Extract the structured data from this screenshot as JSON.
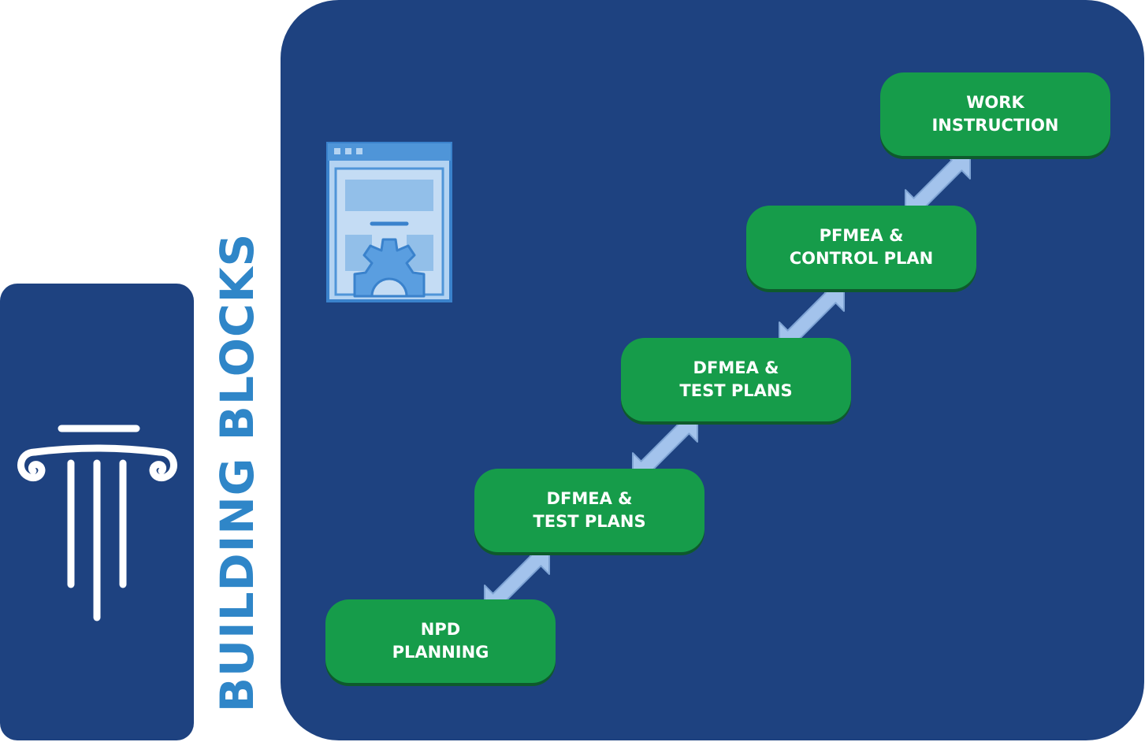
{
  "title": "BUILDING BLOCKS",
  "icons": {
    "pillar": "pillar-icon",
    "document": "document-gear-icon"
  },
  "colors": {
    "panel": "#1e4280",
    "step": "#169c4a",
    "arrow": "#a3c3ec",
    "title": "#2f86c8"
  },
  "steps": [
    {
      "line1": "NPD",
      "line2": "PLANNING"
    },
    {
      "line1": "DFMEA &",
      "line2": "TEST PLANS"
    },
    {
      "line1": "DFMEA &",
      "line2": "TEST PLANS"
    },
    {
      "line1": "PFMEA &",
      "line2": "CONTROL PLAN"
    },
    {
      "line1": "WORK",
      "line2": "INSTRUCTION"
    }
  ]
}
